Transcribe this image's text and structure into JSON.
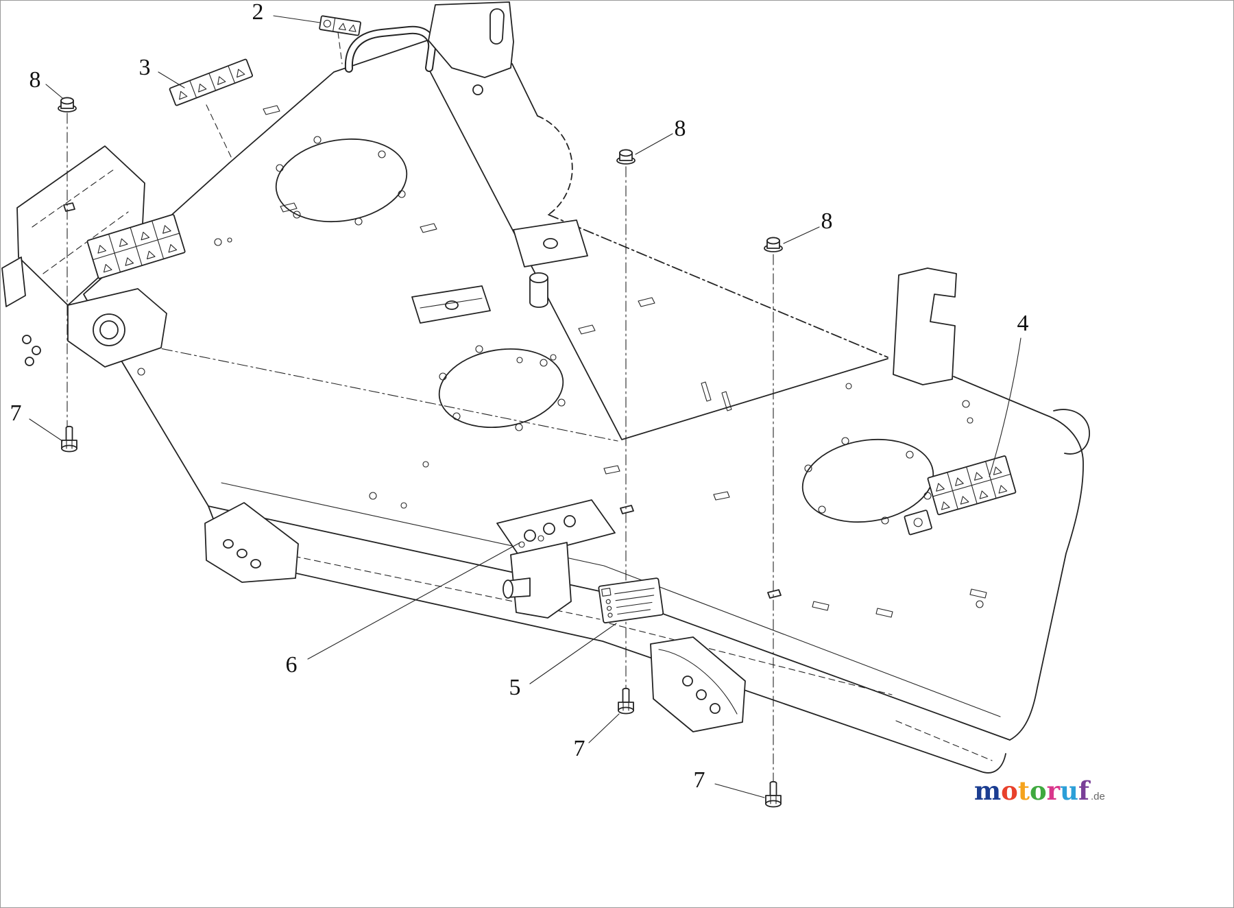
{
  "callouts": [
    {
      "id": "callout-2",
      "label": "2"
    },
    {
      "id": "callout-3",
      "label": "3"
    },
    {
      "id": "callout-8-left",
      "label": "8"
    },
    {
      "id": "callout-8-mid",
      "label": "8"
    },
    {
      "id": "callout-8-right",
      "label": "8"
    },
    {
      "id": "callout-4",
      "label": "4"
    },
    {
      "id": "callout-7-left",
      "label": "7"
    },
    {
      "id": "callout-6",
      "label": "6"
    },
    {
      "id": "callout-5",
      "label": "5"
    },
    {
      "id": "callout-7-mid",
      "label": "7"
    },
    {
      "id": "callout-7-right",
      "label": "7"
    }
  ],
  "logo": {
    "suffix": ".de",
    "letters": [
      {
        "ch": "m",
        "color": "#1b3d91"
      },
      {
        "ch": "o",
        "color": "#e8412c"
      },
      {
        "ch": "t",
        "color": "#f5a31d"
      },
      {
        "ch": "o",
        "color": "#3fa93f"
      },
      {
        "ch": "r",
        "color": "#d9368b"
      },
      {
        "ch": "u",
        "color": "#2b9fd8"
      },
      {
        "ch": "f",
        "color": "#7a3f98"
      }
    ]
  },
  "diagram": {
    "type": "exploded-parts-line-drawing",
    "line_color": "#232323",
    "decals": [
      {
        "name": "caution-decal-small"
      },
      {
        "name": "warning-decal-strip"
      },
      {
        "name": "warning-pictogram-grid-left"
      },
      {
        "name": "warning-pictogram-grid-right"
      },
      {
        "name": "cutting-height-spec-label"
      }
    ],
    "hardware": [
      {
        "name": "flange-nut",
        "count_visible": 3
      },
      {
        "name": "hex-bolt",
        "count_visible": 3
      }
    ]
  }
}
